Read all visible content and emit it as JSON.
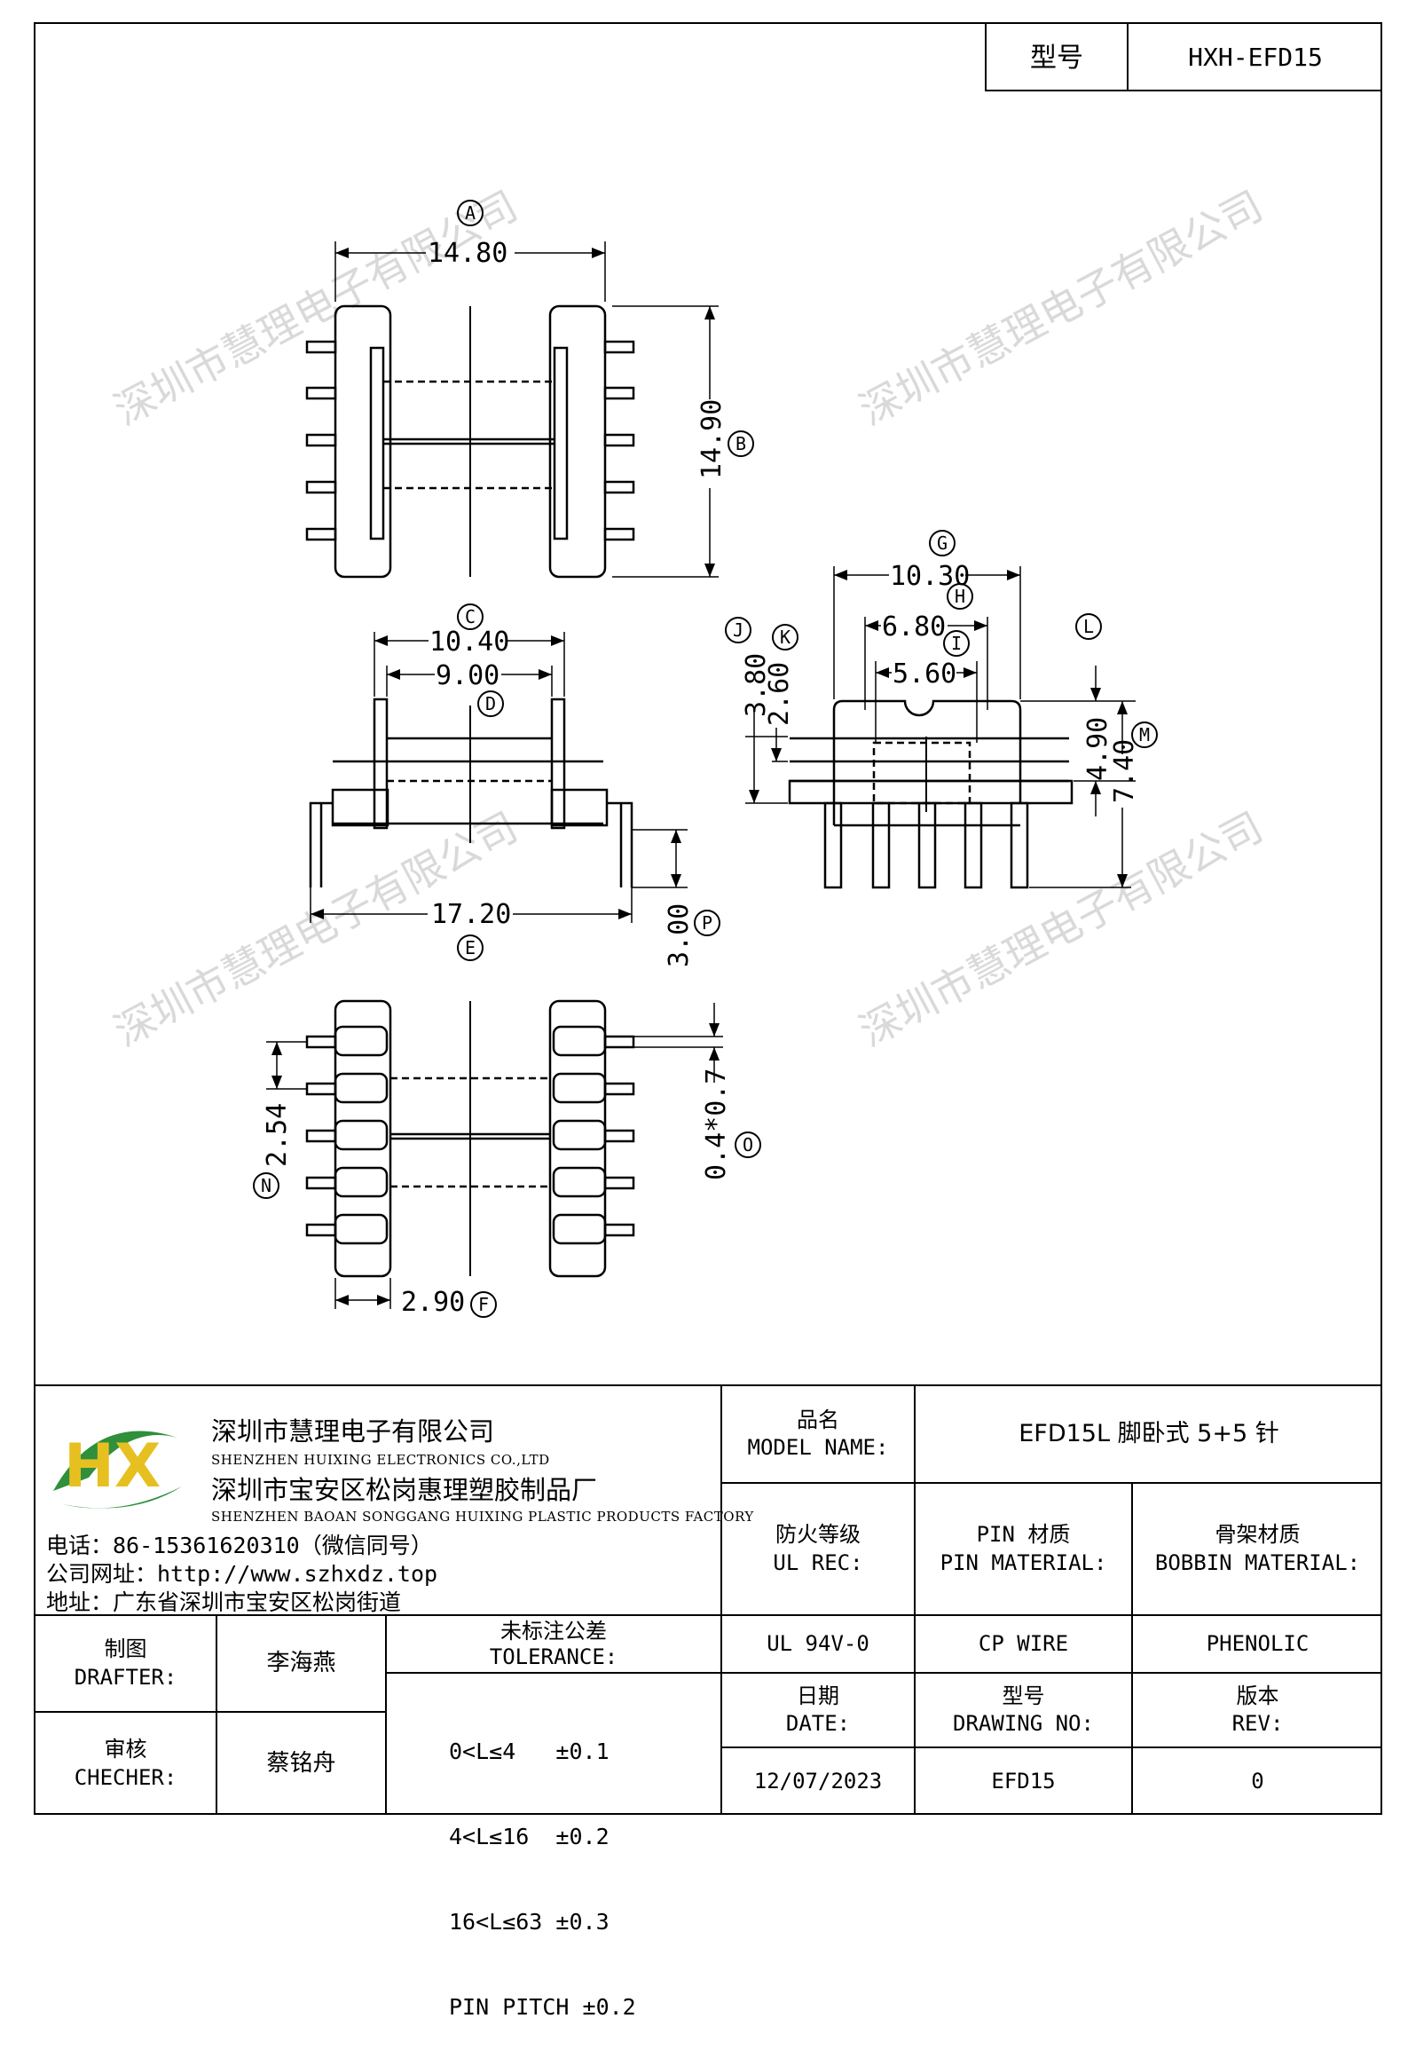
{
  "title_block": {
    "model_label": "型号",
    "model_value": "HXH-EFD15"
  },
  "watermark": "深圳市慧理电子有限公司",
  "drawing": {
    "dims": {
      "A": "14.80",
      "B": "14.90",
      "C": "10.40",
      "D": "9.00",
      "E": "17.20",
      "P": "3.00",
      "G": "10.30",
      "H": "6.80",
      "I": "5.60",
      "J": "3.80",
      "K": "2.60",
      "L": "4.90",
      "M": "7.40",
      "N": "2.54",
      "O": "0.4*0.7",
      "F": "2.90"
    },
    "labels": [
      "A",
      "B",
      "C",
      "D",
      "E",
      "F",
      "G",
      "H",
      "I",
      "J",
      "K",
      "L",
      "M",
      "N",
      "O",
      "P"
    ]
  },
  "company": {
    "logo_text": "HX",
    "name_cn": "深圳市慧理电子有限公司",
    "name_en": "SHENZHEN HUIXING ELECTRONICS CO.,LTD",
    "factory_cn": "深圳市宝安区松岗惠理塑胶制品厂",
    "factory_en": "SHENZHEN BAOAN SONGGANG HUIXING PLASTIC PRODUCTS FACTORY",
    "phone": "电话：86-15361620310（微信同号）",
    "website": "公司网址：http://www.szhxdz.top",
    "address": "地址：广东省深圳市宝安区松岗街道"
  },
  "table": {
    "product_name_label_cn": "品名",
    "product_name_label_en": "MODEL NAME:",
    "product_name_value": "EFD15L 脚卧式 5+5 针",
    "ul_label_cn": "防火等级",
    "ul_label_en": "UL REC:",
    "pin_label_cn": "PIN 材质",
    "pin_label_en": "PIN MATERIAL:",
    "bobbin_label_cn": "骨架材质",
    "bobbin_label_en": "BOBBIN MATERIAL:",
    "ul_value": "UL 94V-0",
    "pin_value": "CP WIRE",
    "bobbin_value": "PHENOLIC",
    "date_label_cn": "日期",
    "date_label_en": "DATE:",
    "drawing_no_label_cn": "型号",
    "drawing_no_label_en": "DRAWING NO:",
    "rev_label_cn": "版本",
    "rev_label_en": "REV:",
    "date_value": "12/07/2023",
    "drawing_no_value": "EFD15",
    "rev_value": "0",
    "drafter_label_cn": "制图",
    "drafter_label_en": "DRAFTER:",
    "drafter_value": "李海燕",
    "checker_label_cn": "审核",
    "checker_label_en": "CHECHER:",
    "checker_value": "蔡铭舟",
    "tolerance_label_cn": "未标注公差",
    "tolerance_label_en": "TOLERANCE:",
    "tolerance_lines": [
      "0<L≤4   ±0.1",
      "4<L≤16  ±0.2",
      "16<L≤63 ±0.3",
      "PIN PITCH ±0.2"
    ]
  }
}
